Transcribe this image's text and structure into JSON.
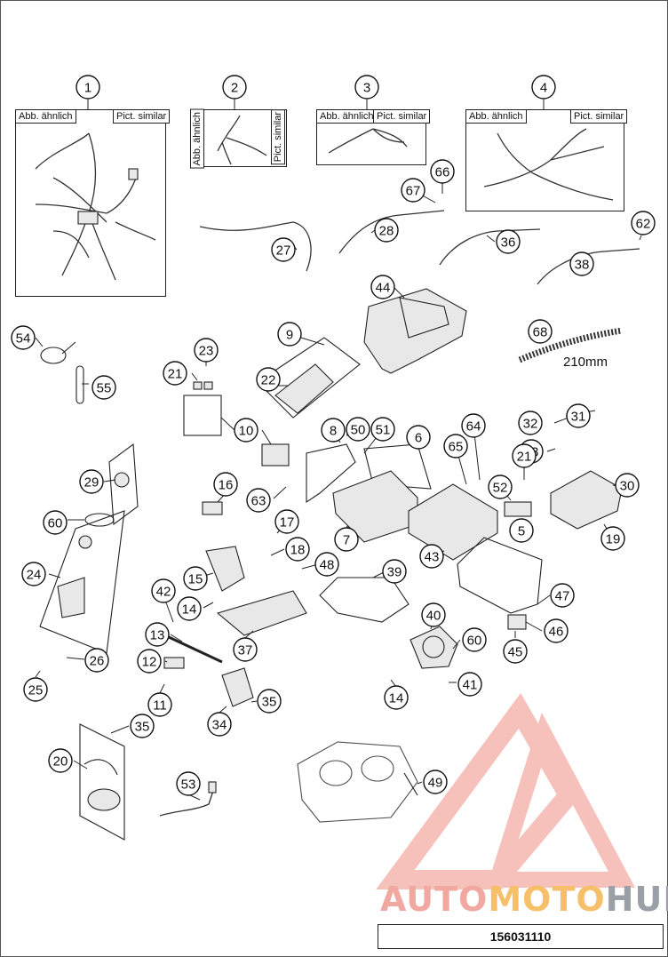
{
  "document": {
    "reference_number": "156031110",
    "panel_labels": {
      "left": "Abb. ähnlich",
      "right": "Pict. similar"
    },
    "hose_length": "210mm",
    "watermark": {
      "part1": "AUTO",
      "part2": "MOTO",
      "part3": "HUB"
    }
  },
  "callouts": [
    {
      "n": "1"
    },
    {
      "n": "2"
    },
    {
      "n": "3"
    },
    {
      "n": "4"
    },
    {
      "n": "66"
    },
    {
      "n": "67"
    },
    {
      "n": "28"
    },
    {
      "n": "27"
    },
    {
      "n": "36"
    },
    {
      "n": "62"
    },
    {
      "n": "38"
    },
    {
      "n": "44"
    },
    {
      "n": "54"
    },
    {
      "n": "55"
    },
    {
      "n": "68"
    },
    {
      "n": "9"
    },
    {
      "n": "23"
    },
    {
      "n": "21"
    },
    {
      "n": "22"
    },
    {
      "n": "10"
    },
    {
      "n": "8"
    },
    {
      "n": "50"
    },
    {
      "n": "51"
    },
    {
      "n": "6"
    },
    {
      "n": "64"
    },
    {
      "n": "65"
    },
    {
      "n": "32"
    },
    {
      "n": "31"
    },
    {
      "n": "33"
    },
    {
      "n": "21"
    },
    {
      "n": "30"
    },
    {
      "n": "29"
    },
    {
      "n": "16"
    },
    {
      "n": "63"
    },
    {
      "n": "52"
    },
    {
      "n": "19"
    },
    {
      "n": "60"
    },
    {
      "n": "17"
    },
    {
      "n": "7"
    },
    {
      "n": "5"
    },
    {
      "n": "18"
    },
    {
      "n": "43"
    },
    {
      "n": "24"
    },
    {
      "n": "15"
    },
    {
      "n": "48"
    },
    {
      "n": "39"
    },
    {
      "n": "42"
    },
    {
      "n": "14"
    },
    {
      "n": "47"
    },
    {
      "n": "40"
    },
    {
      "n": "46"
    },
    {
      "n": "13"
    },
    {
      "n": "37"
    },
    {
      "n": "60"
    },
    {
      "n": "45"
    },
    {
      "n": "26"
    },
    {
      "n": "12"
    },
    {
      "n": "25"
    },
    {
      "n": "41"
    },
    {
      "n": "11"
    },
    {
      "n": "14"
    },
    {
      "n": "35"
    },
    {
      "n": "34"
    },
    {
      "n": "35"
    },
    {
      "n": "20"
    },
    {
      "n": "53"
    },
    {
      "n": "49"
    }
  ]
}
